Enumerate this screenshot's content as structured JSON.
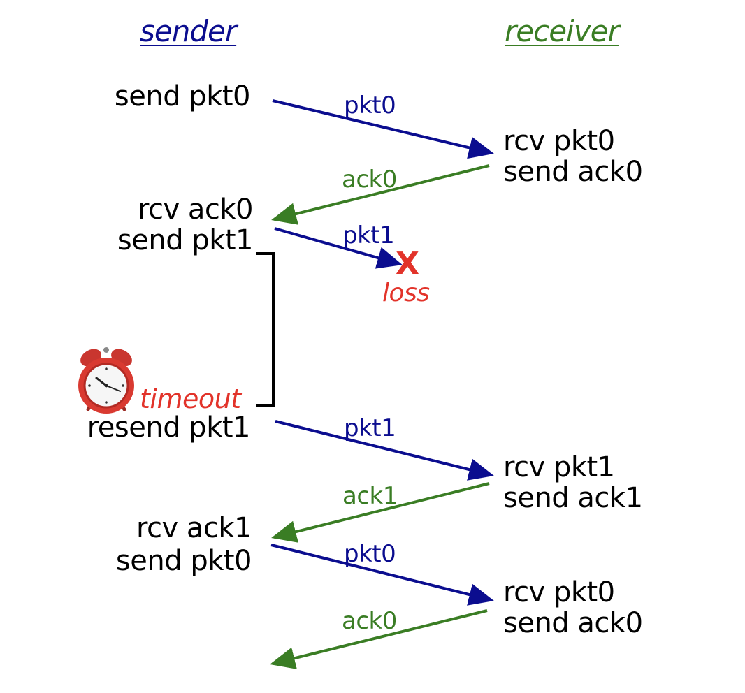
{
  "colors": {
    "sender": "#0b0d8f",
    "receiver": "#3a7d24",
    "loss": "#e2332a",
    "text": "#000000"
  },
  "headers": {
    "sender": "sender",
    "receiver": "receiver"
  },
  "sender_events": [
    {
      "lines": [
        "send pkt0"
      ]
    },
    {
      "lines": [
        "rcv ack0",
        "send pkt1"
      ]
    },
    {
      "lines": [
        "resend pkt1"
      ]
    },
    {
      "lines": [
        "rcv ack1",
        "send pkt0"
      ]
    }
  ],
  "receiver_events": [
    {
      "lines": [
        "rcv pkt0",
        "send ack0"
      ]
    },
    {
      "lines": [
        "rcv pkt1",
        "send ack1"
      ]
    },
    {
      "lines": [
        "rcv pkt0",
        "send ack0"
      ]
    }
  ],
  "messages": [
    {
      "label": "pkt0",
      "kind": "packet"
    },
    {
      "label": "ack0",
      "kind": "ack"
    },
    {
      "label": "pkt1",
      "kind": "packet"
    },
    {
      "label": "pkt1",
      "kind": "packet"
    },
    {
      "label": "ack1",
      "kind": "ack"
    },
    {
      "label": "pkt0",
      "kind": "packet"
    },
    {
      "label": "ack0",
      "kind": "ack"
    }
  ],
  "loss": {
    "mark": "X",
    "label": "loss"
  },
  "timeout": {
    "label": "timeout",
    "icon": "alarm-clock-icon"
  }
}
